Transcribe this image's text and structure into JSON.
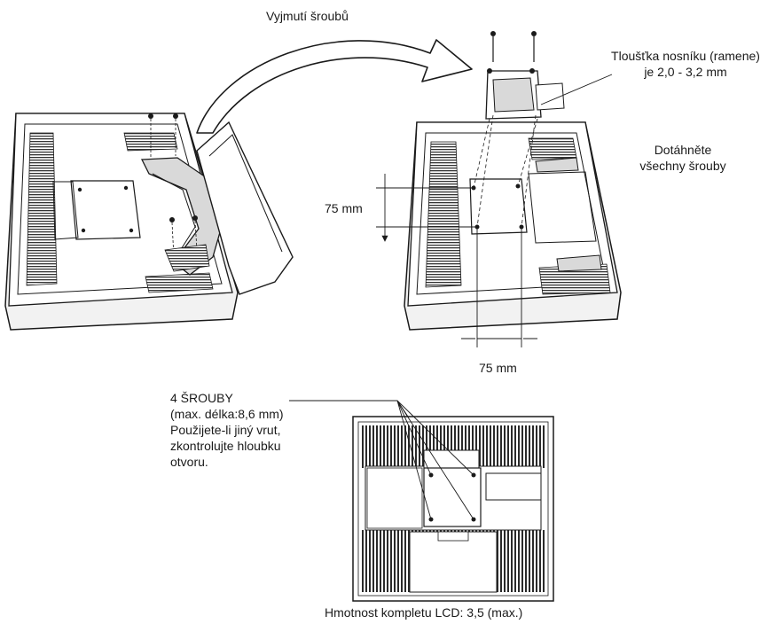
{
  "labels": {
    "remove_screws": "Vyjmutí šroubů",
    "arm_thickness_line1": "Tloušťka nosníku (ramene)",
    "arm_thickness_line2": "je 2,0 - 3,2 mm",
    "tighten_line1": "Dotáhněte",
    "tighten_line2": "všechny šrouby",
    "dim_vertical": "75 mm",
    "dim_horizontal": "75 mm",
    "screws_title": "4 ŠROUBY",
    "screws_max": "(max. délka:8,6 mm)",
    "screws_note_line1": "Použijete-li jiný vrut,",
    "screws_note_line2": "zkontrolujte hloubku",
    "screws_note_line3": "otvoru.",
    "weight": "Hmotnost kompletu LCD: 3,5 (max.)"
  },
  "colors": {
    "line": "#1a1a1a",
    "fill_light": "#f2f2f2",
    "fill_mid": "#d9d9d9",
    "hatch": "#2a2a2a"
  }
}
